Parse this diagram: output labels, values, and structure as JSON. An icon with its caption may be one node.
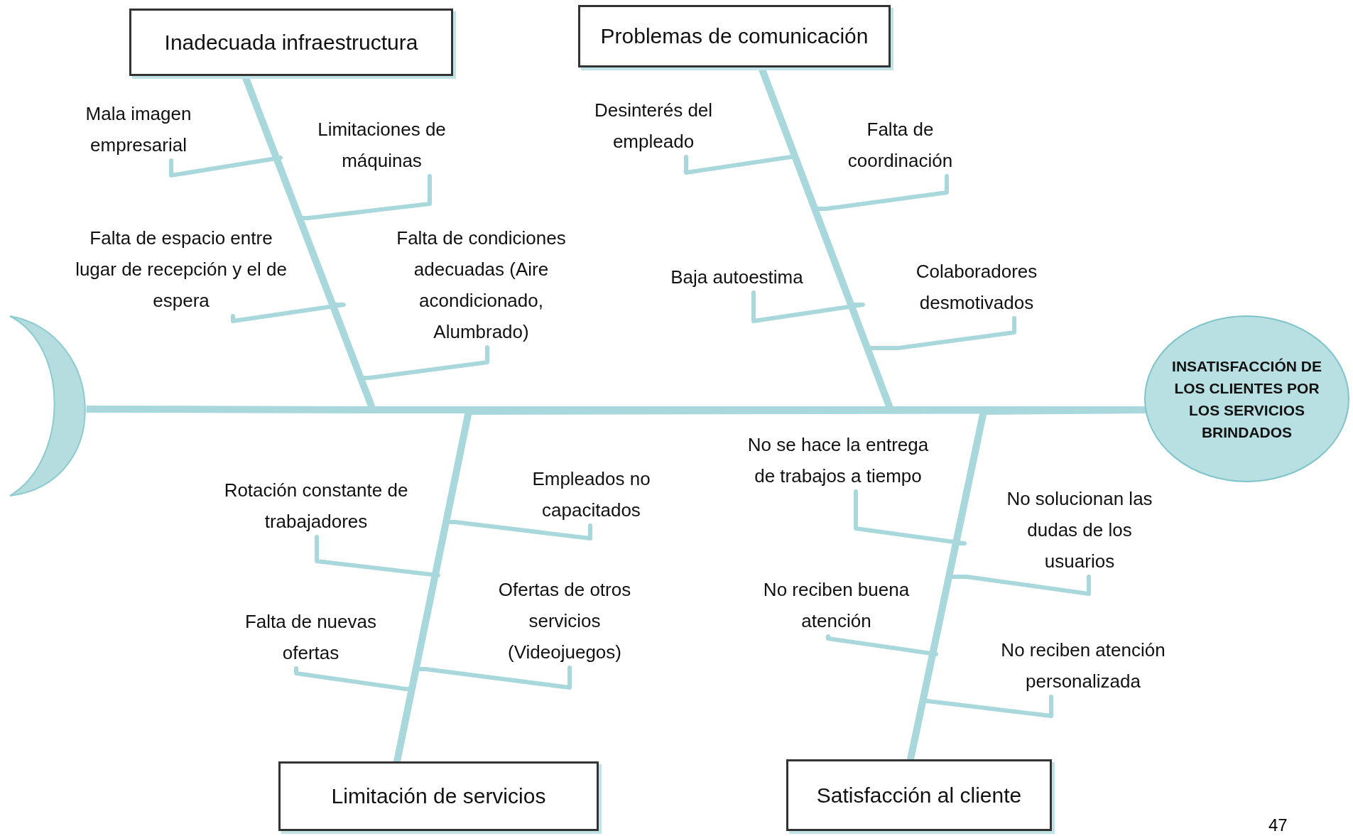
{
  "diagram": {
    "nodes": [
      {
        "text": [
          "Inadecuada infraestructura"
        ]
      },
      {
        "text": [
          "Problemas de comunicación"
        ]
      },
      {
        "text": [
          "Mala imagen empresarial"
        ]
      },
      {
        "text": [
          "Limitaciones de máquinas"
        ]
      },
      {
        "text": [
          "Falta de espacio entre lugar de recepción y el de espera"
        ]
      },
      {
        "text": [
          "Falta de condiciones adecuadas (Aire acondicionado, Alumbrado)"
        ]
      },
      {
        "text": [
          "Desinterés del empleado"
        ]
      },
      {
        "text": [
          "Falta de coordinación"
        ]
      },
      {
        "text": [
          "Baja autoestima"
        ]
      },
      {
        "text": [
          "Colaboradores desmotivados"
        ]
      },
      {
        "text": [
          "INSATISFACCIÓN DE LOS CLIENTES POR LOS SERVICIOS BRINDADOS"
        ]
      },
      {
        "text": [
          "Rotación constante de trabajadores"
        ]
      },
      {
        "text": [
          "Empleados no capacitados"
        ]
      },
      {
        "text": [
          "No se hace la entrega de trabajos a tiempo"
        ]
      },
      {
        "text": [
          "No solucionan las dudas de los usuarios"
        ]
      },
      {
        "text": [
          "Ofertas de otros servicios (Videojuegos)"
        ]
      },
      {
        "text": [
          "Falta de nuevas ofertas"
        ]
      },
      {
        "text": [
          "No reciben buena atención"
        ]
      },
      {
        "text": [
          "No reciben atención personalizada"
        ]
      },
      {
        "text": [
          "Limitación de servicios"
        ]
      },
      {
        "text": [
          "Satisfacción al cliente"
        ]
      }
    ],
    "edges": [
      {
        "from": 0,
        "to": 10,
        "arrow": "none"
      },
      {
        "from": 1,
        "to": 10,
        "arrow": "none"
      },
      {
        "from": 19,
        "to": 10,
        "arrow": "none"
      },
      {
        "from": 20,
        "to": 10,
        "arrow": "none"
      },
      {
        "from": 2,
        "to": 0,
        "arrow": "none"
      },
      {
        "from": 3,
        "to": 0,
        "arrow": "none"
      },
      {
        "from": 4,
        "to": 0,
        "arrow": "none"
      },
      {
        "from": 5,
        "to": 0,
        "arrow": "none"
      },
      {
        "from": 6,
        "to": 1,
        "arrow": "none"
      },
      {
        "from": 7,
        "to": 1,
        "arrow": "none"
      },
      {
        "from": 8,
        "to": 1,
        "arrow": "none"
      },
      {
        "from": 9,
        "to": 1,
        "arrow": "none"
      },
      {
        "from": 11,
        "to": 19,
        "arrow": "none"
      },
      {
        "from": 12,
        "to": 19,
        "arrow": "none"
      },
      {
        "from": 15,
        "to": 19,
        "arrow": "none"
      },
      {
        "from": 16,
        "to": 19,
        "arrow": "none"
      },
      {
        "from": 13,
        "to": 20,
        "arrow": "none"
      },
      {
        "from": 14,
        "to": 20,
        "arrow": "none"
      },
      {
        "from": 17,
        "to": 20,
        "arrow": "none"
      },
      {
        "from": 18,
        "to": 20,
        "arrow": "none"
      }
    ],
    "labels": [
      "47"
    ]
  }
}
